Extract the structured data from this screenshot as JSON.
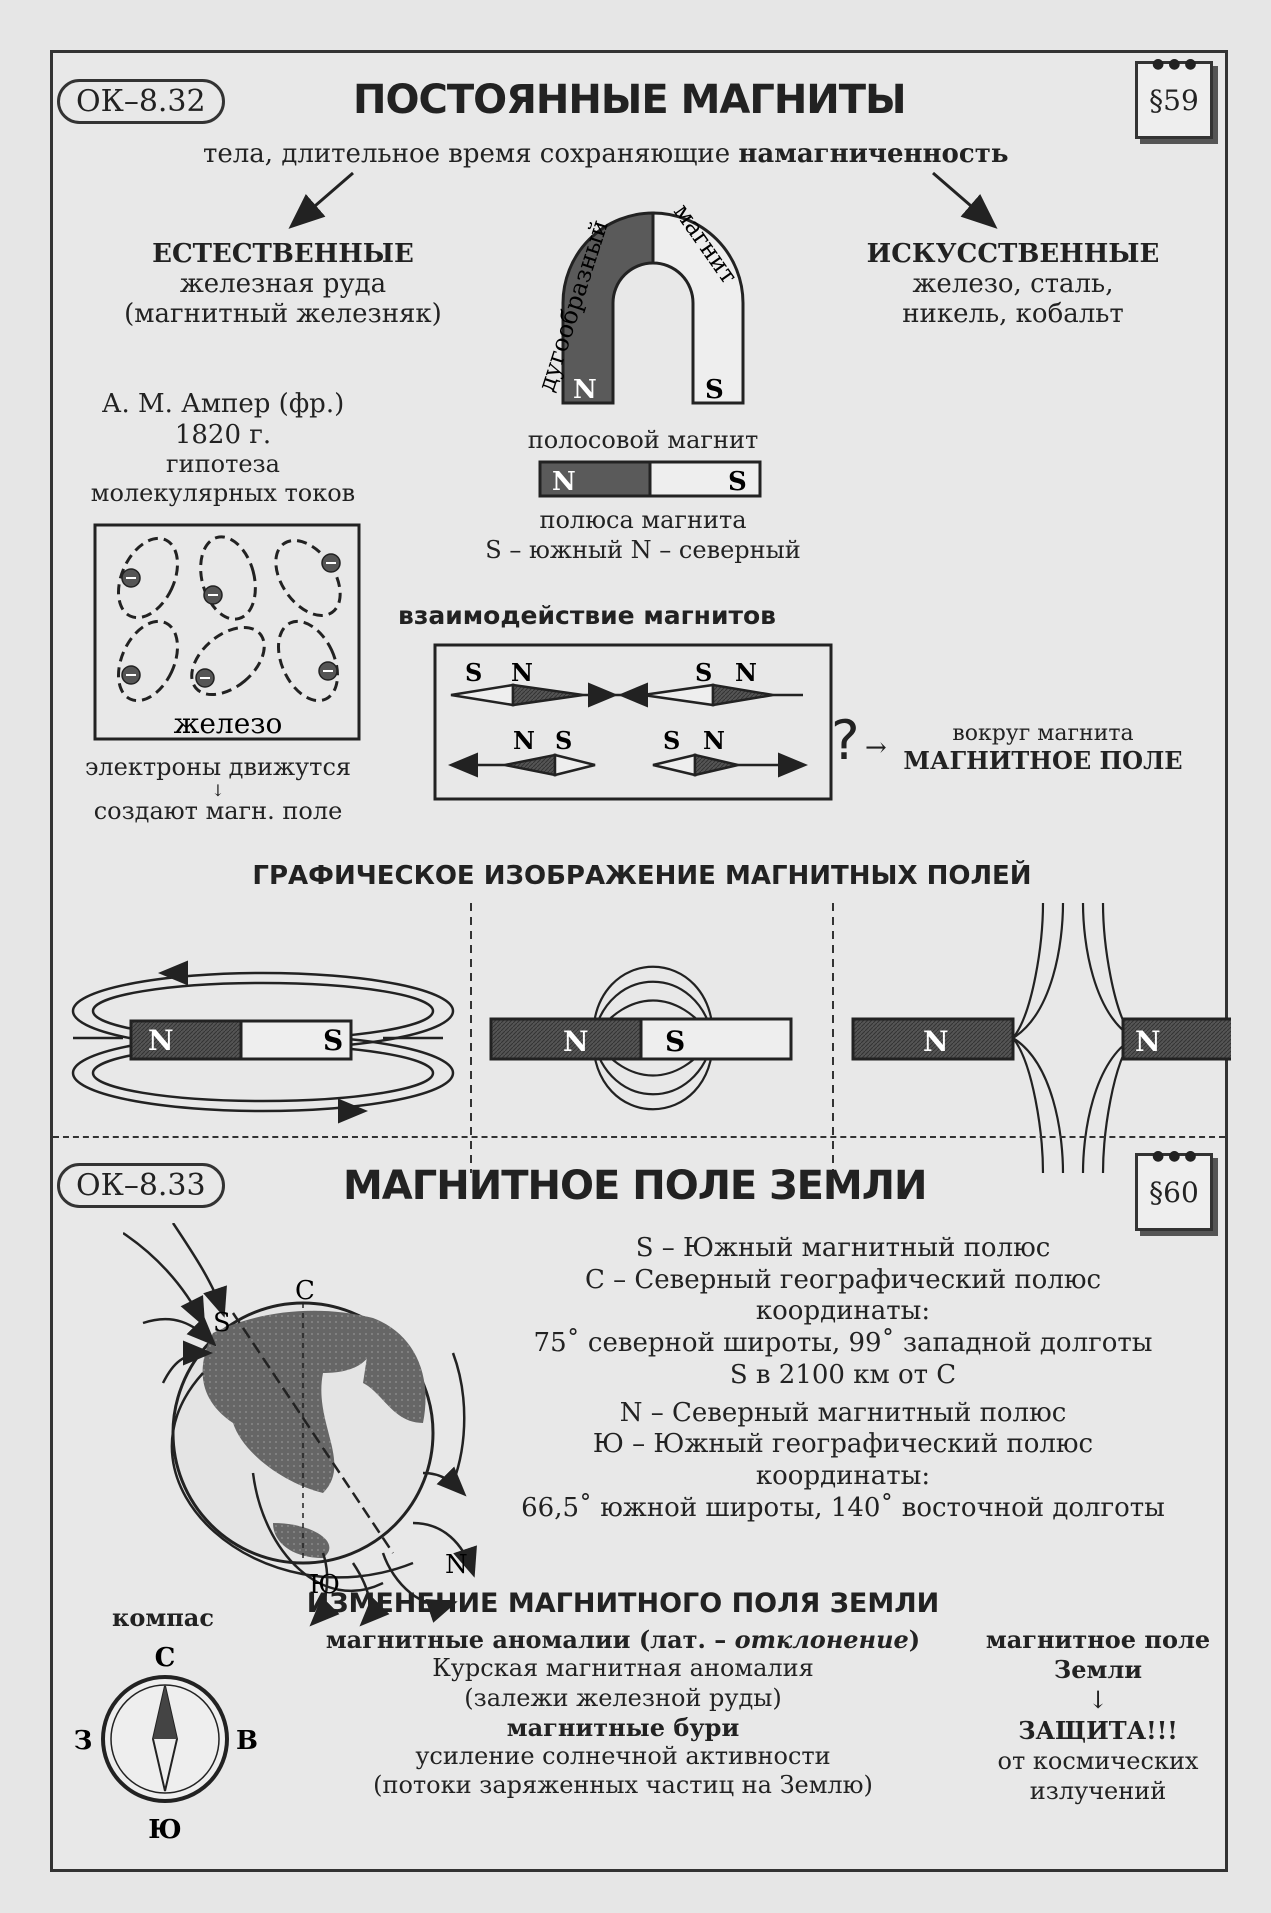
{
  "ok1": {
    "code": "ОК–8.32",
    "title": "ПОСТОЯННЫЕ МАГНИТЫ",
    "paragraph": "§59",
    "definition_pre": "тела, длительное время сохраняющие ",
    "definition_bold": "намагниченность",
    "natural": {
      "heading": "ЕСТЕСТВЕННЫЕ",
      "line1": "железная руда",
      "line2": "(магнитный железняк)"
    },
    "artificial": {
      "heading": "ИСКУССТВЕННЫЕ",
      "line1": "железо, сталь,",
      "line2": "никель, кобальт"
    },
    "horseshoe": {
      "label_left": "дугообразный",
      "label_right": "магнит",
      "pole_n": "N",
      "pole_s": "S"
    },
    "bar": {
      "label": "полосовой магнит",
      "pole_n": "N",
      "pole_s": "S"
    },
    "poles": {
      "line1": "полюса магнита",
      "line2": "S – южный N – северный"
    },
    "ampere": {
      "line1": "А. М. Ампер (фр.)",
      "line2": "1820 г.",
      "line3": "гипотеза",
      "line4": "молекулярных токов",
      "box_label": "железо",
      "after1": "электроны движутся",
      "after2": "создают магн. поле"
    },
    "interaction": {
      "heading": "взаимодействие магнитов",
      "pairs": [
        {
          "a": "S",
          "b": "N"
        },
        {
          "a": "S",
          "b": "N"
        },
        {
          "a": "N",
          "b": "S"
        },
        {
          "a": "S",
          "b": "N"
        }
      ],
      "question": "?",
      "arrow": "→",
      "around": "вокруг магнита",
      "field": "МАГНИТНОЕ ПОЛЕ"
    },
    "graphic": {
      "heading": "ГРАФИЧЕСКОЕ ИЗОБРАЖЕНИЕ  МАГНИТНЫХ ПОЛЕЙ",
      "p1": {
        "n": "N",
        "s": "S"
      },
      "p2": {
        "n": "N",
        "s": "S"
      },
      "p3": {
        "n1": "N",
        "n2": "N"
      }
    }
  },
  "ok2": {
    "code": "ОК–8.33",
    "title": "МАГНИТНОЕ ПОЛЕ ЗЕМЛИ",
    "paragraph": "§60",
    "globe": {
      "c": "С",
      "s": "S",
      "n": "N",
      "yu": "Ю"
    },
    "lines": [
      "S – Южный магнитный полюс",
      "С – Северный географический полюс",
      "координаты:",
      "75˚ северной широты, 99˚ западной долготы",
      "S в 2100 км от С",
      "N – Северный магнитный полюс",
      "Ю – Южный географический полюс",
      "координаты:",
      "66,5˚ южной широты, 140˚ восточной долготы"
    ],
    "compass": {
      "label": "компас",
      "c": "С",
      "z": "З",
      "v": "В",
      "yu": "Ю"
    },
    "change": {
      "heading": "ИЗМЕНЕНИЕ МАГНИТНОГО ПОЛЯ ЗЕМЛИ",
      "anomaly_pre": "магнитные аномалии (лат. – ",
      "anomaly_it": "отклонение",
      "anomaly_post": ")",
      "kursk": "Курская магнитная аномалия",
      "deposits": "(залежи железной руды)",
      "storms": "магнитные бури",
      "solar": "усиление солнечной активности",
      "flows": "(потоки заряженных частиц на Землю)"
    },
    "protect": {
      "line1": "магнитное поле",
      "line2": "Земли",
      "arrow": "↓",
      "bold": "ЗАЩИТА!!!",
      "line3": "от космических",
      "line4": "излучений"
    }
  }
}
